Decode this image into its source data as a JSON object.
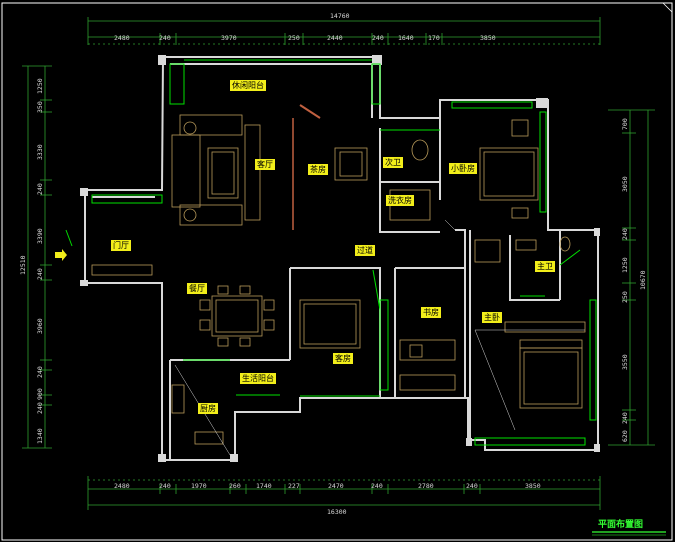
{
  "colors": {
    "wall": "#d9d9d9",
    "window": "#00e000",
    "furniture": "#b89a5a",
    "dim": "#2f9f2f",
    "label_bg": "#f2ee1a",
    "title": "#33ff33"
  },
  "dims": {
    "total_top": "14760",
    "top": [
      "2480",
      "240",
      "3970",
      "250",
      "2440",
      "240",
      "1640",
      "170",
      "3850"
    ],
    "bottom": [
      "2480",
      "240",
      "1970",
      "260",
      "1740",
      "227",
      "2470",
      "240",
      "2780",
      "240",
      "3850"
    ],
    "total_bottom": "16300",
    "left": [
      "1250",
      "350",
      "3330",
      "240",
      "3390",
      "240",
      "3960",
      "240",
      "900",
      "240",
      "1340"
    ],
    "total_left": "12510",
    "right": [
      "700",
      "3050",
      "240",
      "1250",
      "250",
      "3550",
      "240",
      "620"
    ],
    "total_right": "10670"
  },
  "rooms": {
    "leisure_balcony": "休闲阳台",
    "living_room": "客厅",
    "study_room": "茶房",
    "second_bath": "次卫",
    "laundry": "洗衣房",
    "small_bedroom": "小卧房",
    "hall": "过道",
    "foyer": "门厅",
    "dining": "餐厅",
    "guest_bedroom": "客房",
    "study": "书房",
    "master_bath": "主卫",
    "master_bedroom": "主卧",
    "kitchen": "厨房",
    "utility_balcony": "生活阳台"
  },
  "title": "平面布置图"
}
